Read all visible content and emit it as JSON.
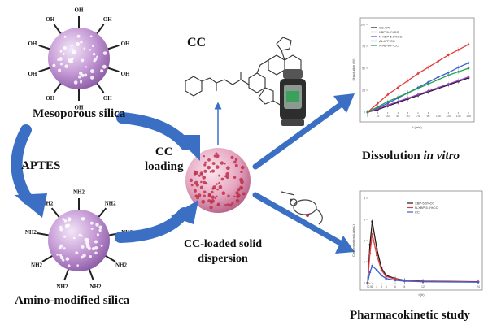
{
  "labels": {
    "cc_title": "CC",
    "mesoporous_silica": "Mesoporous silica",
    "aptes": "APTES",
    "amino_modified_silica": "Amino-modified silica",
    "cc_loading": "CC\nloading",
    "cc_loaded_solid_dispersion": "CC-loaded solid\ndispersion",
    "dissolution_prefix": "Dissolution ",
    "dissolution_italic": "in vitro",
    "pharmacokinetic_study": "Pharmacokinetic study"
  },
  "surface_groups": {
    "mesoporous": [
      "OH",
      "OH",
      "OH",
      "OH",
      "OH",
      "OH",
      "OH",
      "OH",
      "OH",
      "OH"
    ],
    "amino": [
      "NH2",
      "NH2",
      "NH2",
      "NH2",
      "NH2",
      "NH2",
      "NH2",
      "NH2",
      "NH2"
    ]
  },
  "colors": {
    "blue_arrow": "#3a6fc4",
    "silica_purple": "#c59ad6",
    "loaded_pink": "#d77fa2",
    "dot_red": "#c0304a"
  },
  "chart_data": [
    {
      "type": "line",
      "title": "",
      "xlabel": "t (min)",
      "ylabel": "Dissolution (%)",
      "ylim": [
        0,
        100
      ],
      "x": [
        0,
        15,
        30,
        45,
        60,
        75,
        90,
        105,
        120,
        135,
        150
      ],
      "series": [
        {
          "name": "CC API",
          "color": "#1a1a1a",
          "values": [
            0,
            3,
            7,
            11,
            15,
            19,
            23,
            27,
            31,
            35,
            39
          ]
        },
        {
          "name": "XBP-5.0%CC",
          "color": "#e23b3b",
          "values": [
            0,
            10,
            20,
            28,
            36,
            44,
            51,
            58,
            65,
            71,
            77
          ]
        },
        {
          "name": "N-XBP-5.0%CC",
          "color": "#3d5fd6",
          "values": [
            0,
            5,
            10,
            16,
            22,
            28,
            34,
            40,
            45,
            51,
            56
          ]
        },
        {
          "name": "AL-IPP-CC",
          "color": "#9b3fc2",
          "values": [
            0,
            4,
            8,
            12,
            16,
            20,
            24,
            28,
            32,
            36,
            40
          ]
        },
        {
          "name": "N-AL-IPP-CC",
          "color": "#22a04a",
          "values": [
            0,
            6,
            12,
            17,
            22,
            27,
            32,
            37,
            42,
            46,
            50
          ]
        }
      ]
    },
    {
      "type": "line",
      "title": "",
      "xlabel": "t (h)",
      "ylabel": "Concentration (μg/mL)",
      "ylim": [
        0,
        4
      ],
      "x": [
        0,
        0.5,
        1,
        2,
        3,
        4,
        6,
        8,
        12,
        24
      ],
      "series": [
        {
          "name": "XBP-5.0%CC",
          "color": "#1a1a1a",
          "values": [
            0,
            1.8,
            2.9,
            1.6,
            0.7,
            0.35,
            0.2,
            0.12,
            0.08,
            0.05
          ]
        },
        {
          "name": "N-XBP-5.0%CC",
          "color": "#e23b3b",
          "values": [
            0,
            1.4,
            2.3,
            1.3,
            0.6,
            0.3,
            0.18,
            0.1,
            0.07,
            0.04
          ]
        },
        {
          "name": "CC",
          "color": "#3d5fd6",
          "values": [
            0,
            0.5,
            0.8,
            0.6,
            0.35,
            0.2,
            0.12,
            0.08,
            0.05,
            0.03
          ]
        }
      ]
    }
  ]
}
